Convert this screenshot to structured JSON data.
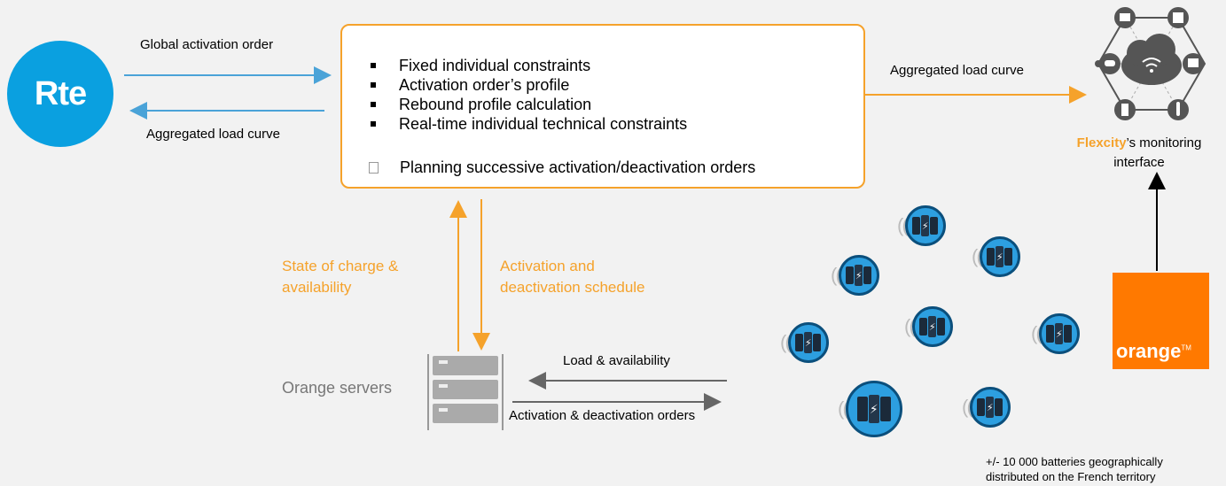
{
  "rte_logo": {
    "text": "Rte"
  },
  "arrows": {
    "global_activation_order": "Global activation order",
    "aggregated_load_curve_left": "Aggregated load curve",
    "aggregated_load_curve_right": "Aggregated load curve",
    "state_of_charge_line1": "State of charge &",
    "state_of_charge_line2": "availability",
    "activation_schedule_line1": "Activation and",
    "activation_schedule_line2": "deactivation schedule",
    "load_availability": "Load & availability",
    "activation_deactivation_orders": "Activation & deactivation orders"
  },
  "constraints_box": {
    "bullets": [
      "Fixed individual constraints",
      "Activation order’s profile",
      "Rebound profile calculation",
      "Real-time individual technical constraints"
    ],
    "planning": "Planning successive activation/deactivation orders"
  },
  "servers": {
    "label": "Orange servers"
  },
  "monitoring": {
    "brand": "Flexcity",
    "suffix": "’s monitoring",
    "line2": "interface"
  },
  "orange_logo": {
    "text": "orange",
    "tm": "TM"
  },
  "batteries_caption": {
    "line1": "+/- 10 000 batteries geographically",
    "line2": "distributed on the French territory"
  },
  "colors": {
    "accent_orange": "#f5a22b",
    "arrow_blue": "#4aa3d8",
    "arrow_gray": "#666666",
    "rte_blue": "#0aa0e0",
    "orange_brand": "#ff7900"
  }
}
